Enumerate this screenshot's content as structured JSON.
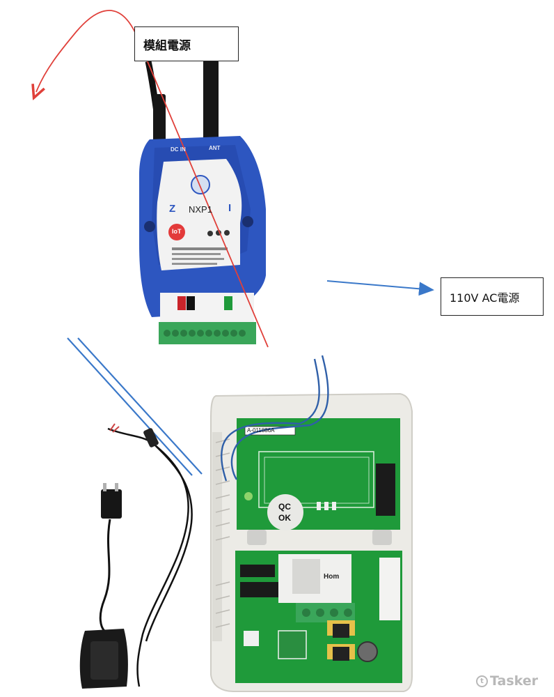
{
  "labels": {
    "module_power": "模組電源",
    "ac_power": "110V AC電源"
  },
  "module": {
    "top_left_port": "DC IN",
    "top_right_port": "ANT",
    "model": "NXP1",
    "badge": "IoT",
    "left_letter": "Z",
    "right_letter": "I"
  },
  "board": {
    "sticker": "A-011886A",
    "qc_line1": "QC",
    "qc_line2": "OK",
    "relay_brand": "Hom"
  },
  "watermark": {
    "text": "Tasker"
  },
  "colors": {
    "red_arrow": "#e0403a",
    "blue_arrow": "#3a78c9",
    "module_blue": "#2d56c0",
    "pcb_green": "#1f9a3a",
    "terminal_green": "#3aa65a"
  }
}
